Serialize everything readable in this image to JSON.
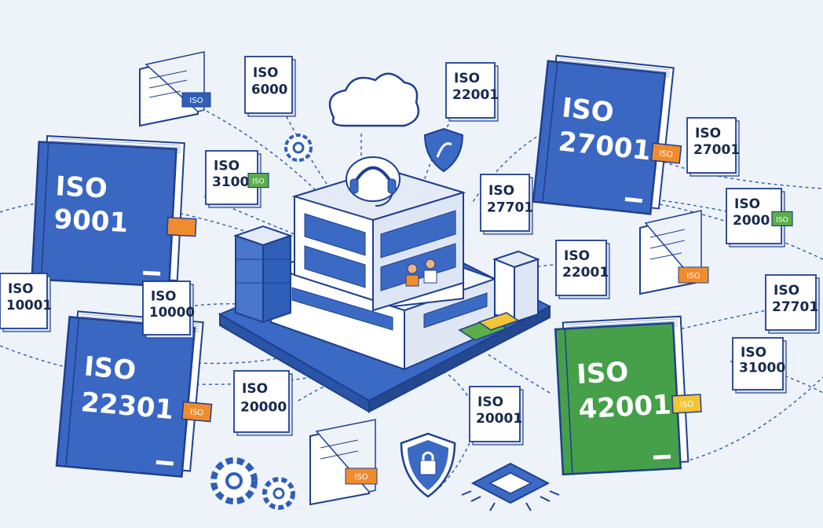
{
  "colors": {
    "background": "#eef3fa",
    "outline": "#1f3f8f",
    "blue_book": "#3a67c2",
    "green_book": "#46a04a",
    "orange_tab": "#ef8c2e",
    "yellow_tab": "#f2c436",
    "green_tab": "#5cae49",
    "blue_tab": "#2f5fb8"
  },
  "books": [
    {
      "line1": "ISO",
      "line2": "9001",
      "tab": "",
      "color": "blue"
    },
    {
      "line1": "ISO",
      "line2": "27001",
      "tab": "ISO",
      "color": "blue"
    },
    {
      "line1": "ISO",
      "line2": "22301",
      "tab": "ISO",
      "color": "blue"
    },
    {
      "line1": "ISO",
      "line2": "42001",
      "tab": "ISO",
      "color": "green"
    }
  ],
  "cards": [
    {
      "line1": "ISO",
      "line2": "6000"
    },
    {
      "line1": "ISO",
      "line2": "22001"
    },
    {
      "line1": "ISO",
      "line2": "3100",
      "tab": "ISO"
    },
    {
      "line1": "ISO",
      "line2": "27701"
    },
    {
      "line1": "ISO",
      "line2": "27001"
    },
    {
      "line1": "ISO",
      "line2": "2000",
      "tab": "ISO"
    },
    {
      "line1": "ISO",
      "line2": "10001"
    },
    {
      "line1": "ISO",
      "line2": "10000"
    },
    {
      "line1": "ISO",
      "line2": "22001"
    },
    {
      "line1": "ISO",
      "line2": "27701"
    },
    {
      "line1": "ISO",
      "line2": "31000"
    },
    {
      "line1": "ISO",
      "line2": "20000"
    },
    {
      "line1": "ISO",
      "line2": "20001"
    }
  ],
  "doc_tabs": [
    "ISO",
    "ISO",
    "ISO"
  ],
  "icons": [
    "cloud-icon",
    "gear-icon",
    "shield-icon",
    "headset-icon",
    "lock-shield-icon",
    "chip-icon"
  ]
}
